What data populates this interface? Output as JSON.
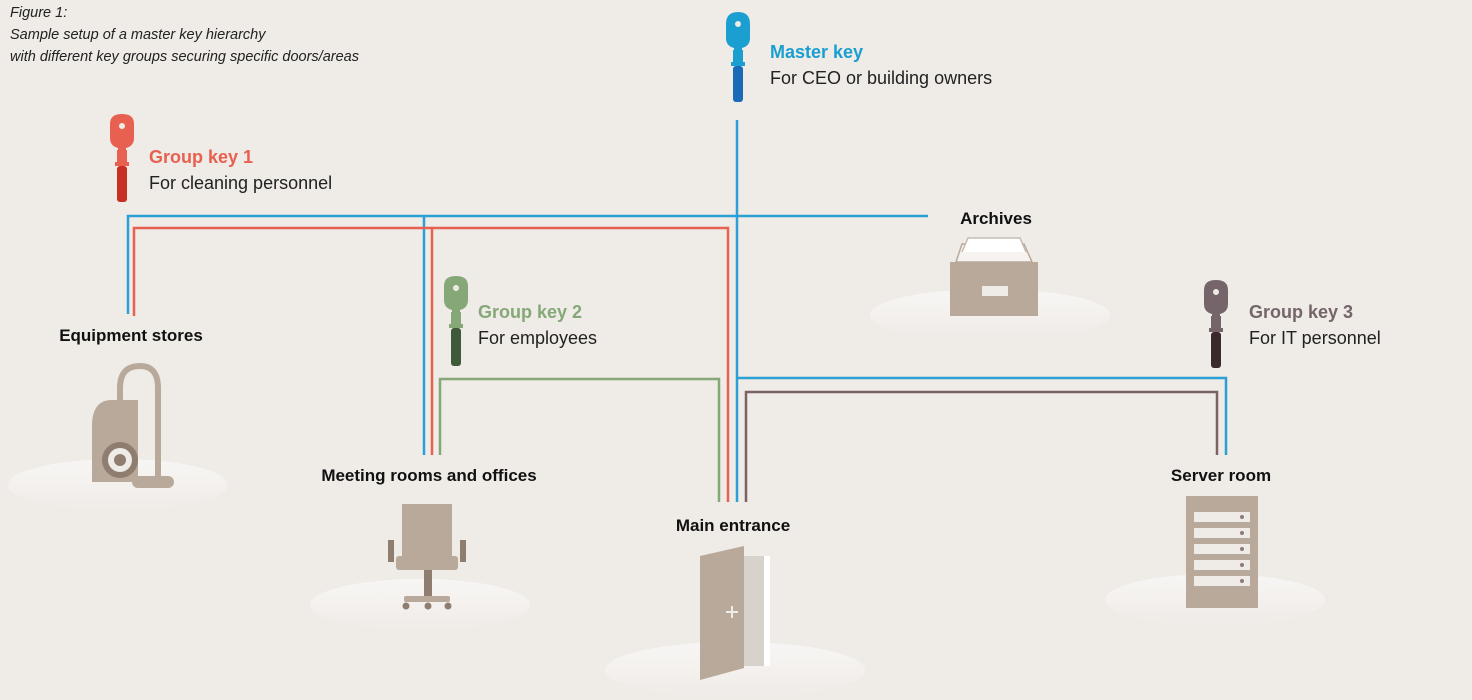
{
  "caption": {
    "line1": "Figure 1:",
    "line2": "Sample setup of a master key hierarchy",
    "line3": "with different key groups securing specific doors/areas"
  },
  "keys": {
    "master": {
      "title": "Master key",
      "desc": "For CEO or building owners",
      "color": "#1a9fd0",
      "color_dark": "#1a6ab8"
    },
    "group1": {
      "title": "Group key 1",
      "desc": "For cleaning personnel",
      "color": "#e8604f",
      "color_dark": "#c83024"
    },
    "group2": {
      "title": "Group key 2",
      "desc": "For employees",
      "color": "#86a878",
      "color_dark": "#3f5a3a"
    },
    "group3": {
      "title": "Group key 3",
      "desc": "For IT personnel",
      "color": "#75656a",
      "color_dark": "#3a2a2c"
    }
  },
  "areas": {
    "equipment": "Equipment stores",
    "meeting": "Meeting rooms and offices",
    "entrance": "Main entrance",
    "archives": "Archives",
    "server": "Server room"
  },
  "colors": {
    "background": "#efebe7",
    "icon_fill": "#b9a99a",
    "icon_dark": "#8f7d6f",
    "line_blue": "#2ba0d6",
    "line_red": "#e8604f",
    "line_green": "#86a878",
    "line_brown": "#7a6265"
  }
}
